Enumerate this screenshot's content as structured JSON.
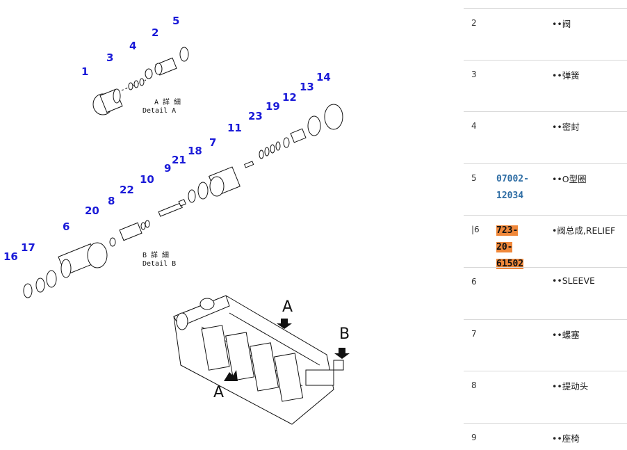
{
  "diagram": {
    "detail_a_label": "A 詳 細",
    "detail_a_sub": "Detail A",
    "detail_b_label": "B 詳 細",
    "detail_b_sub": "Detail B",
    "view_marker_a": "A",
    "view_marker_a2": "A",
    "view_marker_b": "B",
    "callouts": [
      "1",
      "2",
      "3",
      "4",
      "5",
      "6",
      "7",
      "8",
      "9",
      "10",
      "11",
      "12",
      "13",
      "14",
      "16",
      "17",
      "18",
      "19",
      "20",
      "21",
      "22",
      "23"
    ]
  },
  "parts_table": {
    "rows": [
      {
        "no": "2",
        "part_no": "",
        "name": "••阀",
        "highlight": false
      },
      {
        "no": "3",
        "part_no": "",
        "name": "••弹簧",
        "highlight": false
      },
      {
        "no": "4",
        "part_no": "",
        "name": "••密封",
        "highlight": false
      },
      {
        "no": "5",
        "part_no_line1": "07002-",
        "part_no_line2": "12034",
        "name": "••O型圈",
        "highlight": false
      },
      {
        "no": "|6",
        "part_no_line1": "723-20-",
        "part_no_line2": "61502",
        "name": "•阀总成,RELIEF",
        "highlight": true
      },
      {
        "no": "6",
        "part_no": "",
        "name": "••SLEEVE",
        "highlight": false
      },
      {
        "no": "7",
        "part_no": "",
        "name": "••螺塞",
        "highlight": false
      },
      {
        "no": "8",
        "part_no": "",
        "name": "••提动头",
        "highlight": false
      },
      {
        "no": "9",
        "part_no": "",
        "name": "••座椅",
        "highlight": false
      }
    ]
  }
}
